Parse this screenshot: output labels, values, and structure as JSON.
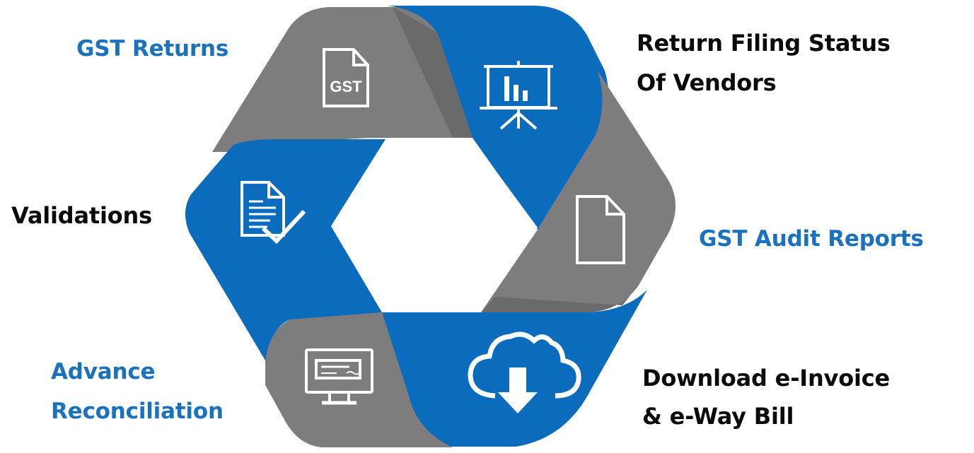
{
  "colors": {
    "blue": "#0b6cbd",
    "gray": "#7d7d7d",
    "gray_dark": "#6c6c6c",
    "label_blue": "#1a72bf",
    "label_black": "#0a0a0a",
    "icon_white": "#ffffff"
  },
  "segments": [
    {
      "label_lines": [
        "GST Returns"
      ],
      "icon": "gst-document-icon",
      "icon_text": "GST",
      "color": "gray"
    },
    {
      "label_lines": [
        "Return Filing Status",
        "Of Vendors"
      ],
      "icon": "presentation-chart-icon",
      "color": "blue"
    },
    {
      "label_lines": [
        "GST Audit Reports"
      ],
      "icon": "blank-document-icon",
      "color": "gray"
    },
    {
      "label_lines": [
        "Download e-Invoice",
        "& e-Way Bill"
      ],
      "icon": "cloud-download-icon",
      "color": "blue"
    },
    {
      "label_lines": [
        "Advance",
        "Reconciliation"
      ],
      "icon": "monitor-icon",
      "color": "gray"
    },
    {
      "label_lines": [
        "Validations"
      ],
      "icon": "checklist-document-icon",
      "color": "blue"
    }
  ]
}
